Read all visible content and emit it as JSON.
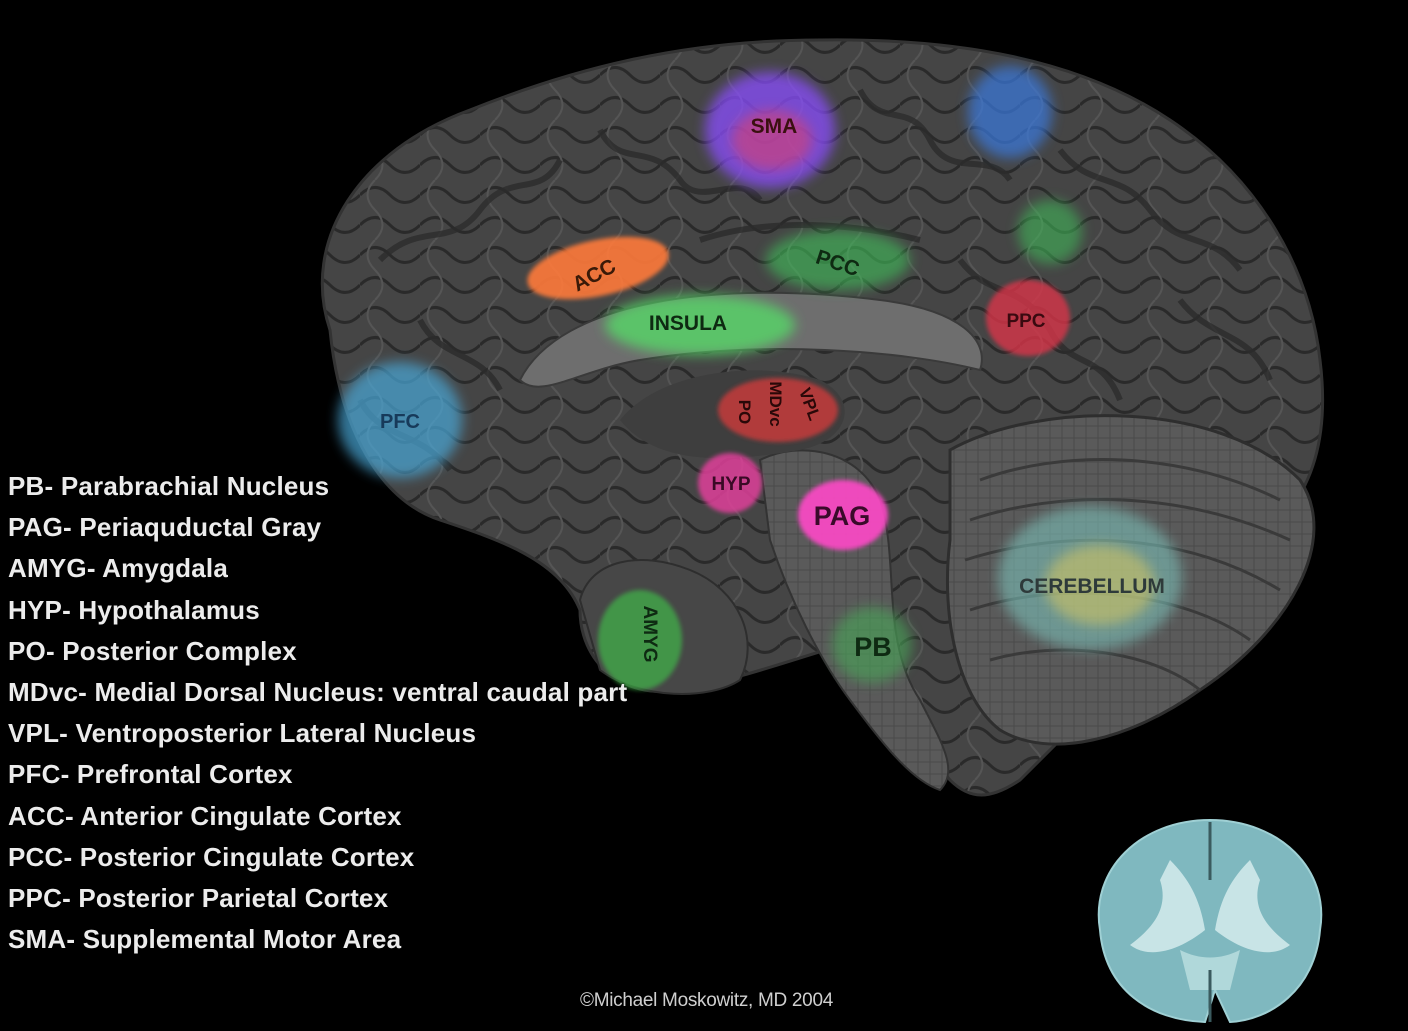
{
  "legend": [
    {
      "abbr": "PB",
      "full": "Parabrachial Nucleus"
    },
    {
      "abbr": "PAG",
      "full": "Periaquductal Gray"
    },
    {
      "abbr": "AMYG",
      "full": "Amygdala"
    },
    {
      "abbr": "HYP",
      "full": "Hypothalamus"
    },
    {
      "abbr": "PO",
      "full": "Posterior Complex"
    },
    {
      "abbr": "MDvc",
      "full": "Medial Dorsal Nucleus: ventral caudal part"
    },
    {
      "abbr": "VPL",
      "full": "Ventroposterior Lateral Nucleus"
    },
    {
      "abbr": "PFC",
      "full": "Prefrontal Cortex"
    },
    {
      "abbr": "ACC",
      "full": "Anterior Cingulate Cortex"
    },
    {
      "abbr": "PCC",
      "full": "Posterior Cingulate Cortex"
    },
    {
      "abbr": "PPC",
      "full": "Posterior Parietal Cortex"
    },
    {
      "abbr": "SMA",
      "full": "Supplemental Motor Area"
    }
  ],
  "regions": {
    "sma": {
      "label": "SMA",
      "color": "#8a4dff"
    },
    "acc": {
      "label": "ACC",
      "color": "#ff7a3a"
    },
    "pcc": {
      "label": "PCC",
      "color": "#3fbf5a"
    },
    "insula": {
      "label": "INSULA",
      "color": "#55e067"
    },
    "ppc": {
      "label": "PPC",
      "color": "#d8344a"
    },
    "pfc": {
      "label": "PFC",
      "color": "#4aa8d8"
    },
    "po": {
      "label": "PO",
      "color": "#d83a3a"
    },
    "mdvc": {
      "label": "MDvc",
      "color": "#e54a3a"
    },
    "vpl": {
      "label": "VPL",
      "color": "#d8403a"
    },
    "hyp": {
      "label": "HYP",
      "color": "#e0409a"
    },
    "pag": {
      "label": "PAG",
      "color": "#ff48c8"
    },
    "cerebellum": {
      "label": "CEREBELLUM",
      "color": "#c8c86a"
    },
    "amyg": {
      "label": "AMYG",
      "color": "#3fbf4a"
    },
    "pb": {
      "label": "PB",
      "color": "#4aa858"
    }
  },
  "credit": "©Michael Moskowitz, MD 2004"
}
